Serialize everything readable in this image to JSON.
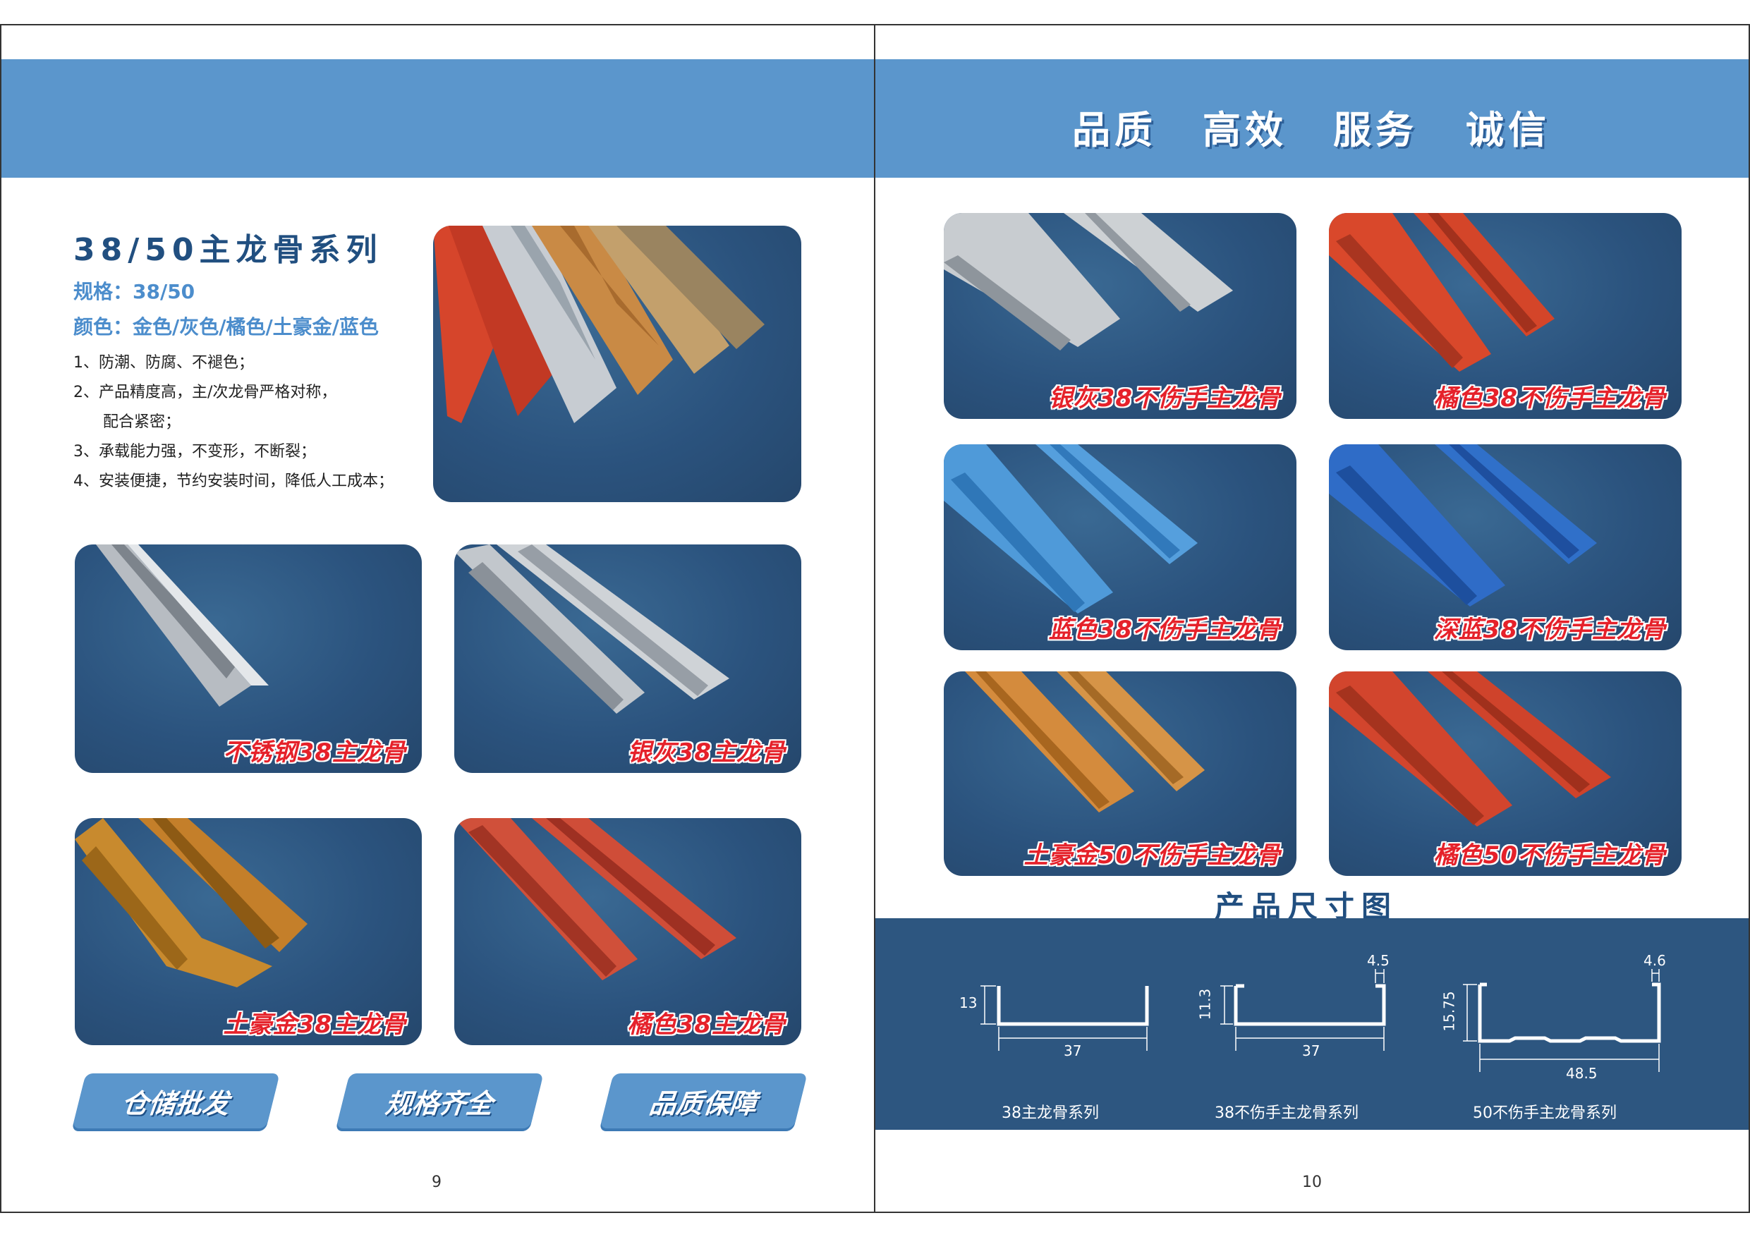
{
  "left_page": {
    "title": "38/50主龙骨系列",
    "spec": "规格：38/50",
    "colors": "颜色：金色/灰色/橘色/土豪金/蓝色",
    "features": [
      "1、防潮、防腐、不褪色；",
      "2、产品精度高，主/次龙骨严格对称，",
      "配合紧密；",
      "3、承载能力强，不变形，不断裂；",
      "4、安装便捷，节约安装时间，降低人工成本；"
    ],
    "products": [
      {
        "caption": "不锈钢38主龙骨"
      },
      {
        "caption": "银灰38主龙骨"
      },
      {
        "caption": "土豪金38主龙骨"
      },
      {
        "caption": "橘色38主龙骨"
      }
    ],
    "badges": [
      "仓储批发",
      "规格齐全",
      "品质保障"
    ],
    "page_number": "9"
  },
  "right_page": {
    "slogans": [
      "品质",
      "高效",
      "服务",
      "诚信"
    ],
    "products": [
      {
        "caption": "银灰38不伤手主龙骨"
      },
      {
        "caption": "橘色38不伤手主龙骨"
      },
      {
        "caption": "蓝色38不伤手主龙骨"
      },
      {
        "caption": "深蓝38不伤手主龙骨"
      },
      {
        "caption": "土豪金50不伤手主龙骨"
      },
      {
        "caption": "橘色50不伤手主龙骨"
      }
    ],
    "dimension_title": "产品尺寸图",
    "diagrams": [
      {
        "caption": "38主龙骨系列",
        "height": "13",
        "width": "37"
      },
      {
        "caption": "38不伤手主龙骨系列",
        "height": "11.3",
        "width": "37",
        "lip": "4.5"
      },
      {
        "caption": "50不伤手主龙骨系列",
        "height": "15.75",
        "width": "48.5",
        "lip": "4.6"
      }
    ],
    "page_number": "10"
  },
  "colors": {
    "band_blue": "#5b96cc",
    "photo_bg": "#2b537e",
    "caption_red": "#e5212a",
    "title_navy": "#214f80"
  }
}
